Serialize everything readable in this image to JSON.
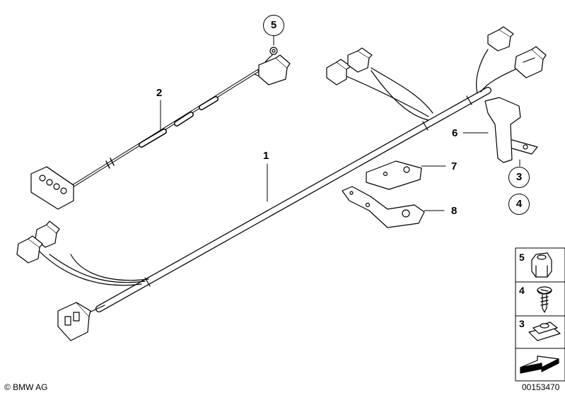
{
  "callouts": {
    "part_1": "1",
    "part_2": "2",
    "part_3": "3",
    "part_4": "4",
    "part_5": "5",
    "part_6": "6",
    "part_7": "7",
    "part_8": "8"
  },
  "legend": {
    "item_5": "5",
    "item_4": "4",
    "item_3": "3"
  },
  "footer": {
    "copyright": "© BMW AG",
    "diagram_number": "00153470"
  }
}
